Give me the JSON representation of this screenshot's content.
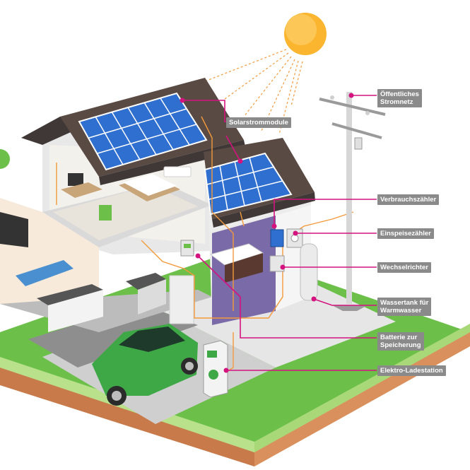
{
  "colors": {
    "callout_line": "#d4137f",
    "label_bg": "#8a8a8a",
    "cable": "#f39a3c",
    "panel_blue": "#2f6fd0",
    "roof": "#5a4a44",
    "grass": "#6cc04a",
    "car": "#3ea846",
    "sun": "#fbb52f"
  },
  "labels": {
    "solar_modules": "Solarstrommodule",
    "public_grid": "Öffentliches\nStromnetz",
    "consumption_meter": "Verbrauchszähler",
    "feed_in_meter": "Einspeisezähler",
    "inverter": "Wechselrichter",
    "water_tank": "Wassertank für\nWarmwasser",
    "battery": "Batterie zur\nSpeicherung",
    "ev_charger": "Elektro-Ladestation"
  }
}
